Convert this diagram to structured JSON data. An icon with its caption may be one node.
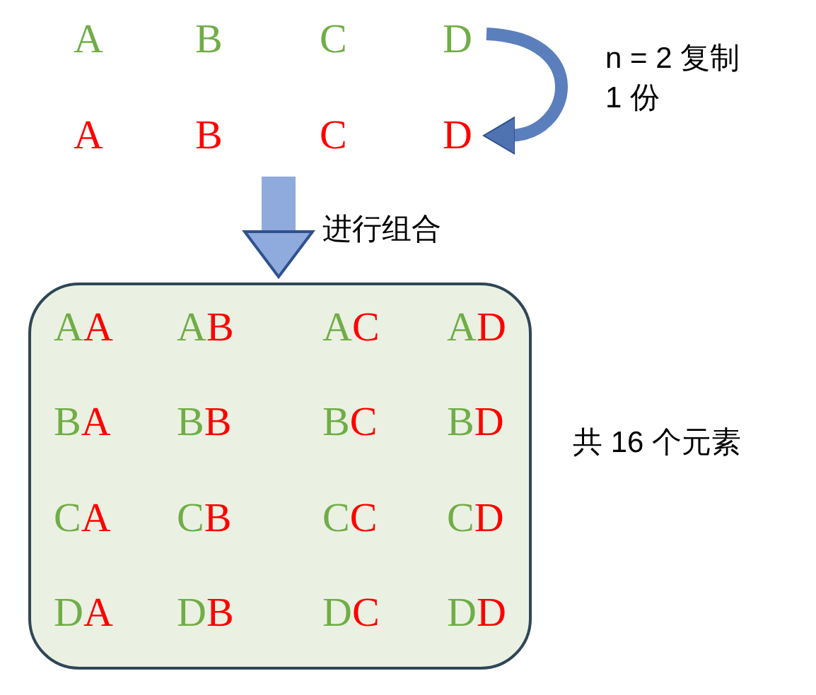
{
  "diagram": {
    "nodes": [
      {
        "text": [
          "A"
        ]
      },
      {
        "text": [
          "B"
        ]
      },
      {
        "text": [
          "C"
        ]
      },
      {
        "text": [
          "D"
        ]
      },
      {
        "text": [
          "A"
        ]
      },
      {
        "text": [
          "B"
        ]
      },
      {
        "text": [
          "C"
        ]
      },
      {
        "text": [
          "D"
        ]
      },
      {
        "text": [
          "AA",
          "AB",
          "AC",
          "AD",
          "BA",
          "BB",
          "BC",
          "BD",
          "CA",
          "CB",
          "CC",
          "CD",
          "DA",
          "DB",
          "DC",
          "DD"
        ],
        "beside": [
          "共 16 个元素"
        ]
      }
    ],
    "edges": [
      {
        "from": 3,
        "to": 7,
        "arrow": "to",
        "label": "n = 2 复制 1 份"
      },
      {
        "from": null,
        "to": 8,
        "arrow": "to",
        "label": "进行组合",
        "style": "thick"
      }
    ]
  }
}
